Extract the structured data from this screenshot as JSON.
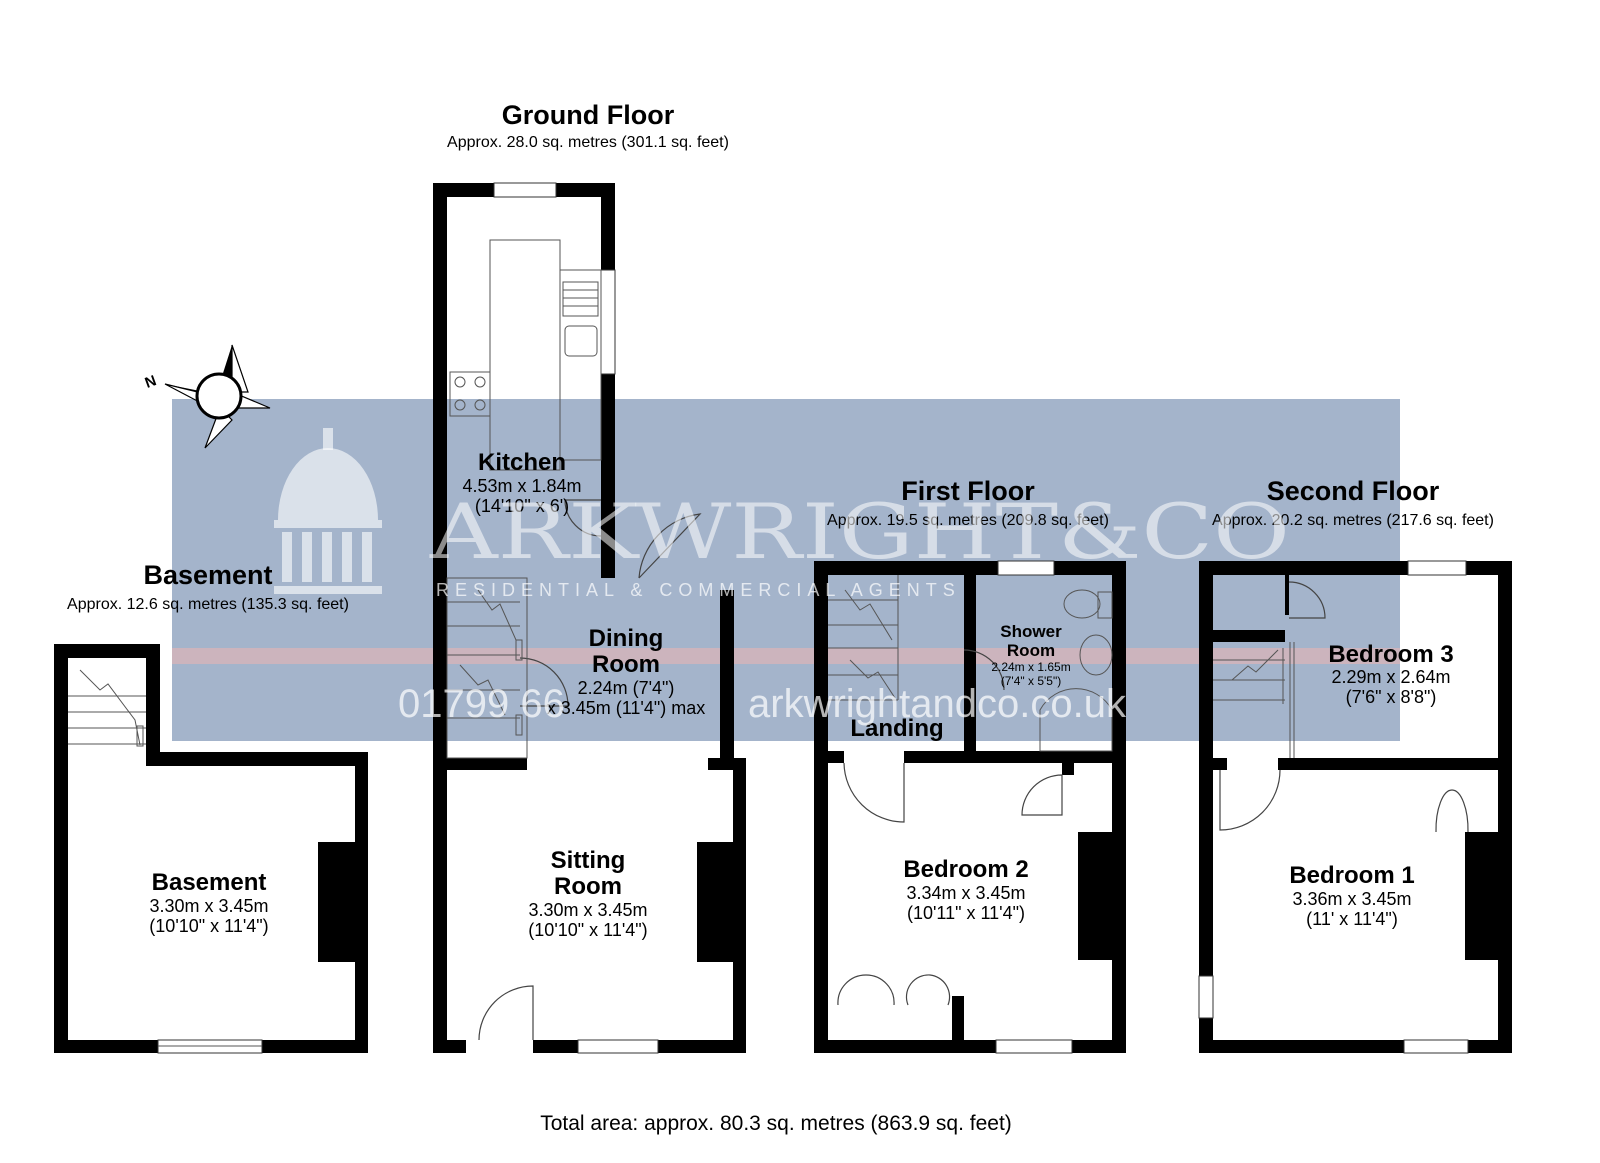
{
  "floors": {
    "basement": {
      "heading": "Basement",
      "area": "Approx. 12.6 sq. metres (135.3 sq. feet)"
    },
    "ground": {
      "heading": "Ground Floor",
      "area": "Approx. 28.0 sq. metres (301.1 sq. feet)"
    },
    "first": {
      "heading": "First Floor",
      "area": "Approx. 19.5 sq. metres (209.8 sq. feet)"
    },
    "second": {
      "heading": "Second Floor",
      "area": "Approx. 20.2 sq. metres (217.6 sq. feet)"
    }
  },
  "rooms": {
    "basement": {
      "name": "Basement",
      "metric": "3.30m x 3.45m",
      "imperial": "(10'10\" x 11'4\")"
    },
    "kitchen": {
      "name": "Kitchen",
      "metric": "4.53m x 1.84m",
      "imperial": "(14'10\" x 6')"
    },
    "dining": {
      "name1": "Dining",
      "name2": "Room",
      "metric": "2.24m (7'4\")",
      "metric2": "x 3.45m (11'4\") max"
    },
    "sitting": {
      "name1": "Sitting",
      "name2": "Room",
      "metric": "3.30m x 3.45m",
      "imperial": "(10'10\" x 11'4\")"
    },
    "shower": {
      "name1": "Shower",
      "name2": "Room",
      "metric": "2.24m x 1.65m",
      "imperial": "(7'4\" x 5'5\")"
    },
    "landing": {
      "name": "Landing"
    },
    "bedroom2": {
      "name": "Bedroom 2",
      "metric": "3.34m x 3.45m",
      "imperial": "(10'11\" x 11'4\")"
    },
    "bedroom3": {
      "name": "Bedroom 3",
      "metric": "2.29m x 2.64m",
      "imperial": "(7'6\" x 8'8\")"
    },
    "bedroom1": {
      "name": "Bedroom 1",
      "metric": "3.36m x 3.45m",
      "imperial": "(11' x 11'4\")"
    }
  },
  "compass": {
    "north_label": "N"
  },
  "watermark": {
    "brand": "ARKWRIGHT&CO",
    "tagline": "RESIDENTIAL & COMMERCIAL AGENTS",
    "phone": "01799 66",
    "web": "arkwrightandco.co.uk",
    "band_color": "#8a9fbd",
    "stripe_color": "#e8b4b4"
  },
  "total_area": "Total area: approx. 80.3 sq. metres (863.9 sq. feet)"
}
